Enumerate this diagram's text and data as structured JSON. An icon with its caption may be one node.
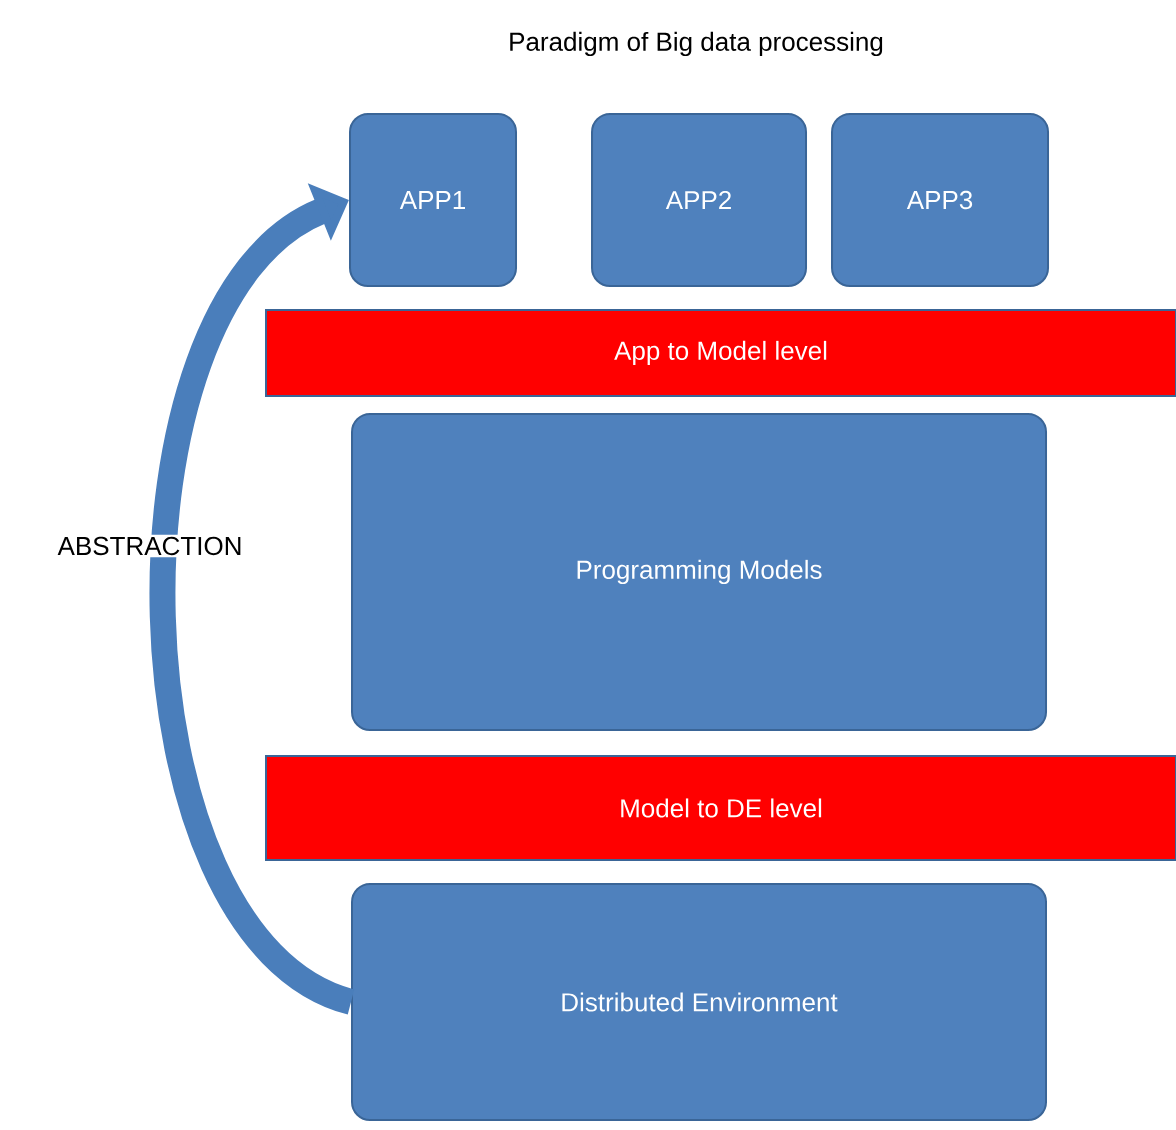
{
  "diagram": {
    "title": "Paradigm of Big data processing",
    "nodes": [
      {
        "text": [
          "APP1"
        ]
      },
      {
        "text": [
          "APP2"
        ]
      },
      {
        "text": [
          "APP3"
        ]
      },
      {
        "text": [
          "App to Model level"
        ]
      },
      {
        "text": [
          "Programming Models"
        ]
      },
      {
        "text": [
          "Model to DE level"
        ]
      },
      {
        "text": [
          "Distributed Environment"
        ]
      }
    ],
    "edges": [
      {
        "from": 6,
        "to": 0,
        "arrow": "to",
        "label": "ABSTRACTION"
      }
    ]
  }
}
